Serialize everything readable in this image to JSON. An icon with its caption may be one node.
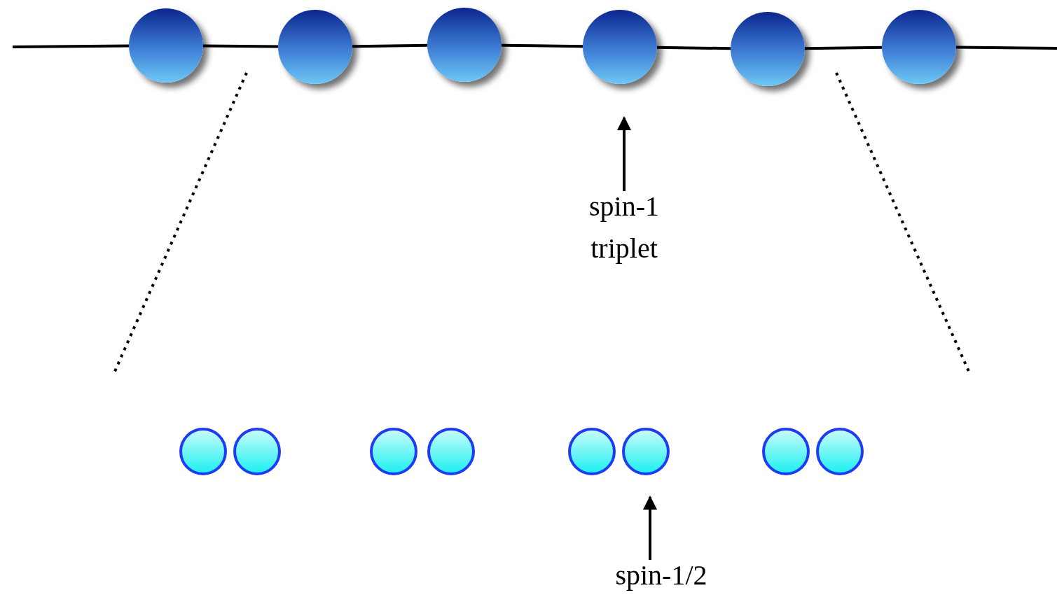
{
  "diagram": {
    "nodes": [
      {
        "text": [],
        "shape": "circle"
      },
      {
        "text": [],
        "shape": "circle"
      },
      {
        "text": [],
        "shape": "circle"
      },
      {
        "text": [],
        "shape": "circle"
      },
      {
        "text": [],
        "shape": "circle"
      },
      {
        "text": [],
        "shape": "circle"
      },
      {
        "text": [
          "spin-1 triplet"
        ]
      },
      {
        "text": [],
        "shape": "circle"
      },
      {
        "text": [],
        "shape": "circle"
      },
      {
        "text": [],
        "shape": "circle"
      },
      {
        "text": [],
        "shape": "circle"
      },
      {
        "text": [],
        "shape": "circle"
      },
      {
        "text": [],
        "shape": "circle"
      },
      {
        "text": [],
        "shape": "circle"
      },
      {
        "text": [],
        "shape": "circle"
      },
      {
        "text": [
          "spin-1/2"
        ]
      }
    ],
    "edges": [
      {
        "from": null,
        "to": 0,
        "arrow": "none"
      },
      {
        "from": 0,
        "to": 1,
        "arrow": "none"
      },
      {
        "from": 1,
        "to": 2,
        "arrow": "none"
      },
      {
        "from": 2,
        "to": 3,
        "arrow": "none"
      },
      {
        "from": 3,
        "to": 4,
        "arrow": "none"
      },
      {
        "from": 4,
        "to": 5,
        "arrow": "none"
      },
      {
        "from": 5,
        "to": null,
        "arrow": "none"
      },
      {
        "from": 6,
        "to": 3,
        "arrow": "to"
      },
      {
        "from": 15,
        "to": 12,
        "arrow": "to"
      }
    ]
  }
}
